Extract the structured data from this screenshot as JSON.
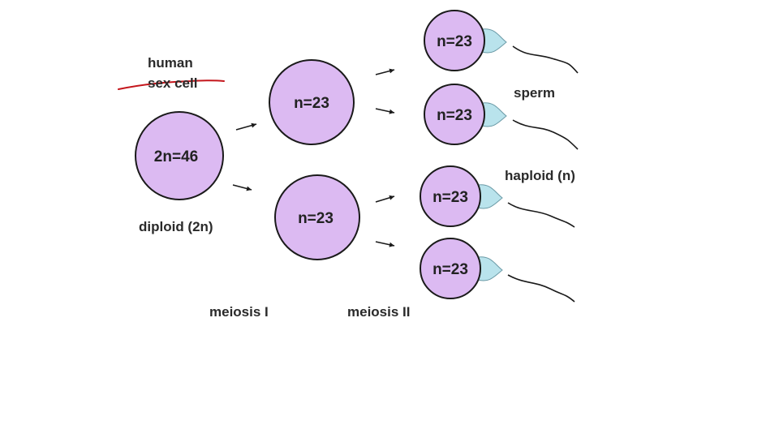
{
  "labels": {
    "human": "human",
    "sex_cell": "sex cell",
    "diploid": "diploid (2n)",
    "sperm": "sperm",
    "haploid": "haploid (n)",
    "meiosis_1": "meiosis I",
    "meiosis_2": "meiosis II"
  },
  "cells": {
    "parent": "2n=46",
    "meiosis1_top": "n=23",
    "meiosis1_bottom": "n=23",
    "sperm": [
      "n=23",
      "n=23",
      "n=23",
      "n=23"
    ]
  },
  "colors": {
    "cell_fill": "#dcbaf2",
    "cell_stroke": "#1a1a1a",
    "sperm_head": "#b9e3ec",
    "annotation_strike": "#c4161c",
    "arrow": "#1a1a1a"
  }
}
